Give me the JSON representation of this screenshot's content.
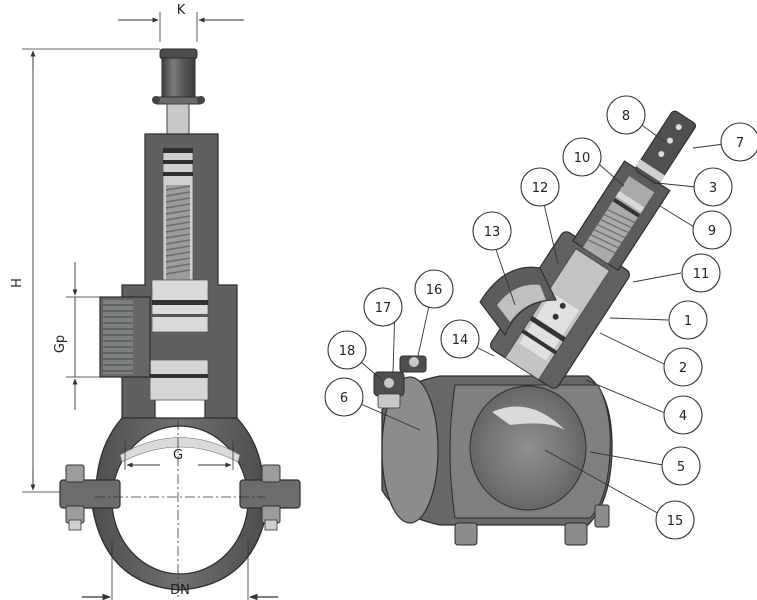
{
  "dimensions": {
    "k": "K",
    "h": "H",
    "gp": "Gp",
    "g": "G",
    "dn": "DN"
  },
  "callouts": [
    "1",
    "2",
    "3",
    "4",
    "5",
    "6",
    "7",
    "8",
    "9",
    "10",
    "11",
    "12",
    "13",
    "14",
    "15",
    "16",
    "17",
    "18"
  ],
  "colors": {
    "body_gray": "#5f6163",
    "dark_gray": "#3e4042",
    "light_gray": "#b9bbbd",
    "highlight": "#e3e4e5",
    "spring": "#8a8c8e",
    "line": "#333333"
  }
}
